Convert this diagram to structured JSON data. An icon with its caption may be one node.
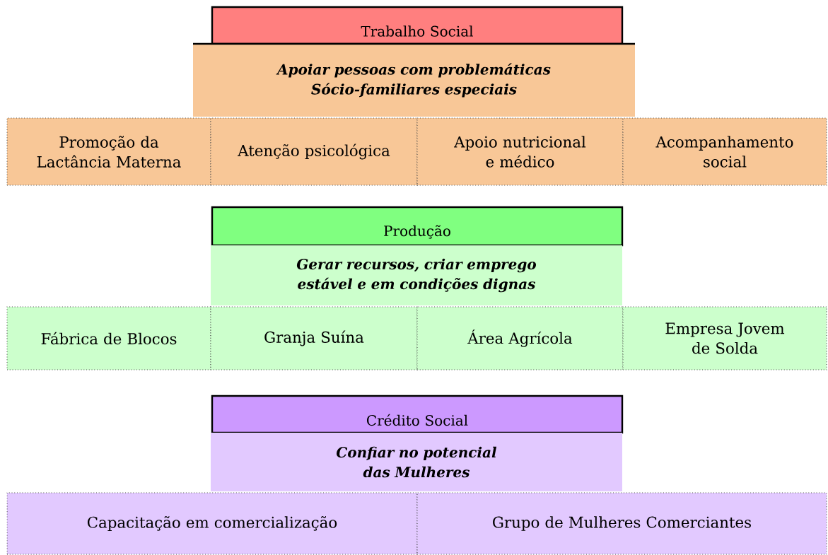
{
  "diagram": {
    "nodes": [
      {
        "text": [
          "Trabalho Social"
        ]
      },
      {
        "text": [
          "Apoiar pessoas com problemáticas Sócio-familiares especiais"
        ]
      },
      {
        "text": [
          "Promoção da Lactância Materna"
        ]
      },
      {
        "text": [
          "Atenção psicológica"
        ]
      },
      {
        "text": [
          "Apoio nutricional e médico"
        ]
      },
      {
        "text": [
          "Acompanhamento social"
        ]
      },
      {
        "text": [
          "Produção"
        ]
      },
      {
        "text": [
          "Gerar recursos, criar emprego estável e em condições dignas"
        ]
      },
      {
        "text": [
          "Fábrica de Blocos"
        ]
      },
      {
        "text": [
          "Granja Suína"
        ]
      },
      {
        "text": [
          "Área Agrícola"
        ]
      },
      {
        "text": [
          "Empresa Jovem de Solda"
        ]
      },
      {
        "text": [
          "Crédito Social"
        ]
      },
      {
        "text": [
          "Confiar no potencial das Mulheres"
        ]
      },
      {
        "text": [
          "Capacitação em comercialização"
        ]
      },
      {
        "text": [
          "Grupo de Mulheres Comerciantes"
        ]
      }
    ]
  }
}
